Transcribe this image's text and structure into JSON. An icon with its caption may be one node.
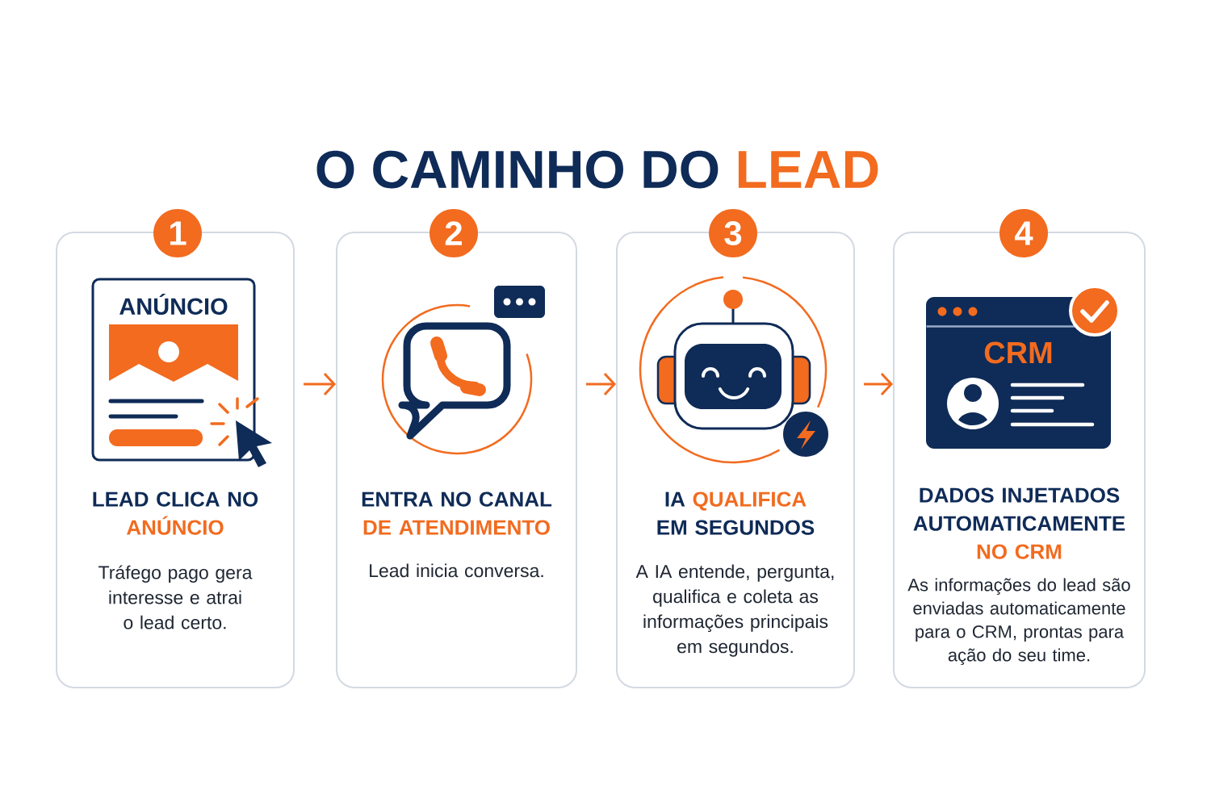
{
  "diagram": {
    "title": "O CAMINHO DO LEAD",
    "nodes": [
      {
        "text": [
          "1"
        ]
      },
      {
        "text": [
          "LEAD CLICA NO ANÚNCIO",
          "Tráfego pago gera interesse e atrai o lead certo."
        ]
      },
      {
        "text": [
          "ANÚNCIO"
        ],
        "in": 1
      },
      {
        "text": [
          "2"
        ]
      },
      {
        "text": [
          "ENTRA NO CANAL DE ATENDIMENTO",
          "Lead inicia conversa."
        ]
      },
      {
        "text": [
          "3"
        ]
      },
      {
        "text": [
          "IA QUALIFICA EM SEGUNDOS",
          "A IA entende, pergunta, qualifica e coleta as informações principais em segundos."
        ]
      },
      {
        "text": [
          "4"
        ]
      },
      {
        "text": [
          "DADOS INJETADOS AUTOMATICAMENTE NO CRM",
          "As informações do lead são enviadas automaticamente para o CRM, prontas para ação do seu time."
        ]
      },
      {
        "text": [
          "CRM"
        ],
        "in": 8
      }
    ],
    "edges": [
      {
        "from": 1,
        "to": 4,
        "arrow": "to"
      },
      {
        "from": 4,
        "to": 6,
        "arrow": "to"
      },
      {
        "from": 6,
        "to": 8,
        "arrow": "to"
      }
    ]
  }
}
